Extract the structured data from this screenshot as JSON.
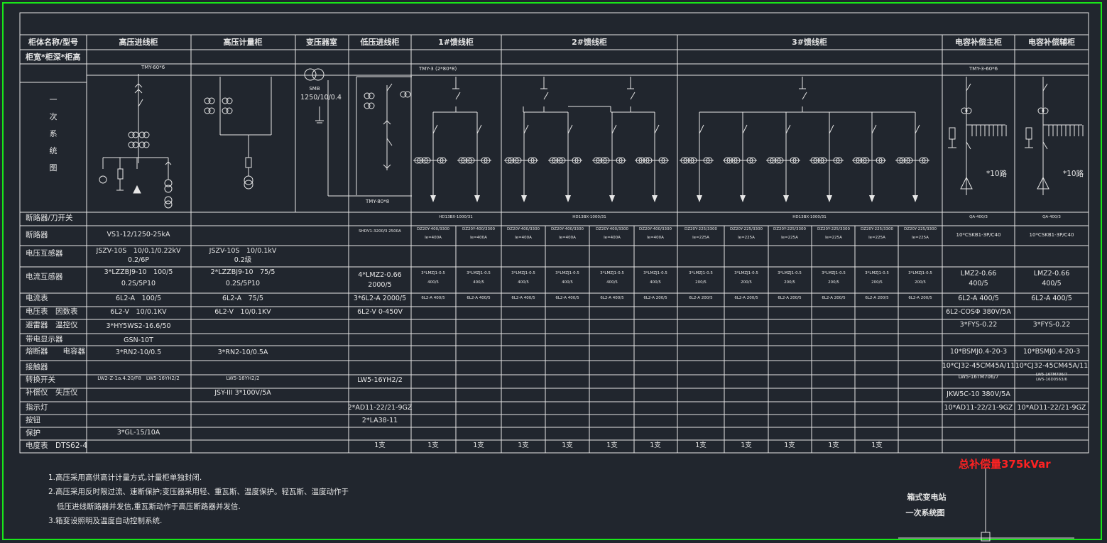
{
  "colors": {
    "background": "#21262e",
    "lines": "#e6e6e6",
    "frame": "#19e619",
    "accent": "#ff2222"
  },
  "columns": [
    "柜体名称/型号",
    "高压进线柜",
    "高压计量柜",
    "变压器室",
    "低压进线柜",
    "1#馈线柜",
    "2#馈线柜",
    "3#馈线柜",
    "电容补偿主柜",
    "电容补偿辅柜"
  ],
  "row_labels": {
    "size": "柜宽*柜深*柜高",
    "diagram": [
      "一",
      "次",
      "系",
      "统",
      "图"
    ],
    "breaker_switch": "断路器/刀开关",
    "breaker": "断路器",
    "vt": "电压互感器",
    "ct": "电流互感器",
    "ammeter": "电流表",
    "voltmeter": "电压表　因数表",
    "arrester": "避雷器　温控仪",
    "indicator": "带电显示器",
    "fuse": "熔断器　　电容器",
    "contactor": "接触器",
    "transfer": "转换开关",
    "comp": "补偿仪　失压仪",
    "lamp": "指示灯",
    "button": "按钮",
    "protect": "保护",
    "meter": "电度表　DTS62-4"
  },
  "diagram": {
    "busbar_hv": "TMY-60*6",
    "transformer": "SMB",
    "transformer_rating": "1250/10/0.4",
    "busbar_lv": "TMY-80*8",
    "busbar_feeder": "TMY-3 (2*80*8)",
    "busbar_cap": "TMY-3-60*6",
    "branches_main": "*10路",
    "branches_aux": "*10路"
  },
  "values": {
    "bs_f1": "HD13BX-1000/31",
    "bs_f2": "HD13BX-1000/31",
    "bs_f3": "HD13BX-1000/31",
    "bs_cm": "QA-400/3",
    "bs_ca": "QA-400/3",
    "br_hv": "VS1-12/1250-25kA",
    "br_lv": "SHDV1-3200/3 2500A",
    "br_f": [
      [
        "DZ20Y-400/3300",
        "Ie=400A"
      ],
      [
        "DZ20Y-400/3300",
        "Ie=400A"
      ],
      [
        "DZ20Y-400/3300",
        "Ie=400A"
      ],
      [
        "DZ20Y-400/3300",
        "Ie=400A"
      ],
      [
        "DZ20Y-400/3300",
        "Ie=400A"
      ],
      [
        "DZ20Y-400/3300",
        "Ie=400A"
      ],
      [
        "DZ20Y-225/3300",
        "Ie=225A"
      ],
      [
        "DZ20Y-225/3300",
        "Ie=225A"
      ],
      [
        "DZ20Y-225/3300",
        "Ie=225A"
      ],
      [
        "DZ20Y-225/3300",
        "Ie=225A"
      ],
      [
        "DZ20Y-225/3300",
        "Ie=225A"
      ],
      [
        "DZ20Y-225/3300",
        "Ie=225A"
      ]
    ],
    "br_cm": "10*CSKB1-3P/C40",
    "br_ca": "10*CSKB1-3P/C40",
    "vt_hv": [
      "JSZV-10S　10/0.1/0.22kV",
      "0.2/6P"
    ],
    "vt_met": [
      "JSZV-10S　10/0.1kV",
      "0.2级"
    ],
    "ct_hv": [
      "3*LZZBJ9-10　100/5",
      "0.2S/5P10"
    ],
    "ct_met": [
      "2*LZZBJ9-10　75/5",
      "0.2S/5P10"
    ],
    "ct_lv": [
      "4*LMZ2-0.66",
      "2000/5"
    ],
    "ct_f": [
      [
        "3*LMZJ1-0.5",
        "400/5"
      ],
      [
        "3*LMZJ1-0.5",
        "400/5"
      ],
      [
        "3*LMZJ1-0.5",
        "400/5"
      ],
      [
        "3*LMZJ1-0.5",
        "400/5"
      ],
      [
        "3*LMZJ1-0.5",
        "400/5"
      ],
      [
        "3*LMZJ1-0.5",
        "400/5"
      ],
      [
        "3*LMZJ1-0.5",
        "200/5"
      ],
      [
        "3*LMZJ1-0.5",
        "200/5"
      ],
      [
        "3*LMZJ1-0.5",
        "200/5"
      ],
      [
        "3*LMZJ1-0.5",
        "200/5"
      ],
      [
        "3*LMZJ1-0.5",
        "200/5"
      ],
      [
        "3*LMZJ1-0.5",
        "200/5"
      ]
    ],
    "ct_cm": [
      "LMZ2-0.66",
      "400/5"
    ],
    "ct_ca": [
      "LMZ2-0.66",
      "400/5"
    ],
    "am_hv": "6L2-A　100/5",
    "am_met": "6L2-A　75/5",
    "am_lv": "3*6L2-A 2000/5",
    "am_f": [
      "6L2-A 400/5",
      "6L2-A 400/5",
      "6L2-A 400/5",
      "6L2-A 400/5",
      "6L2-A 400/5",
      "6L2-A 200/5",
      "6L2-A 200/5",
      "6L2-A 200/5",
      "6L2-A 200/5",
      "6L2-A 200/5",
      "6L2-A 200/5",
      "6L2-A 200/5"
    ],
    "am_cm": "6L2-A 400/5",
    "am_ca": "6L2-A 400/5",
    "vm_hv": "6L2-V　10/0.1KV",
    "vm_met": "6L2-V　10/0.1KV",
    "vm_lv": "6L2-V 0-450V",
    "vm_cm": "6L2-COSΦ 380V/5A",
    "ar_hv": "3*HY5WS2-16.6/50",
    "ar_cm": "3*FYS-0.22",
    "ar_ca": "3*FYS-0.22",
    "ind_hv": "GSN-10T",
    "fuse_hv": "3*RN2-10/0.5",
    "fuse_met": "3*RN2-10/0.5A",
    "fuse_cm": "10*BSMJ0.4-20-3",
    "fuse_ca": "10*BSMJ0.4-20-3",
    "con_cm": "10*CJ32-45CM45A/11",
    "con_ca": "10*CJ32-45CM45A/11",
    "tr_hv": "LW2-Z-1a.4.20/F8　LW5-16YH2/2",
    "tr_met": "LW5-16YH2/2",
    "tr_lv": "LW5-16YH2/2",
    "tr_cm": "LW5-16TM706/7",
    "tr_ca": [
      "LW5-16TM706/7",
      "LW5-16D0563/6"
    ],
    "comp_met": "JSY-III 3*100V/5A",
    "comp_cm": "JKW5C-10 380V/5A",
    "lamp_lv": "2*AD11-22/21-9GZ",
    "lamp_cm": "10*AD11-22/21-9GZ",
    "lamp_ca": "10*AD11-22/21-9GZ",
    "btn_lv": "2*LA38-11",
    "prot_hv": "3*GL-15/10A",
    "meter_lv": "1支",
    "meter_f": [
      "1支",
      "1支",
      "1支",
      "1支",
      "1支",
      "1支",
      "1支",
      "1支",
      "1支",
      "1支",
      "1支"
    ]
  },
  "notes": [
    "1.高压采用高供高计计量方式,计量柜单独封闭.",
    "2.高压采用反时限过流、速断保护;变压器采用轻、重瓦斯、温度保护。轻瓦斯、温度动作于",
    "低压进线断路器并发信,重瓦斯动作于高压断路器并发信.",
    "3.箱变设照明及温度自动控制系统."
  ],
  "total_comp": "总补偿量375kVar",
  "title_block": {
    "line1": "箱式变电站",
    "line2": "一次系统图"
  }
}
